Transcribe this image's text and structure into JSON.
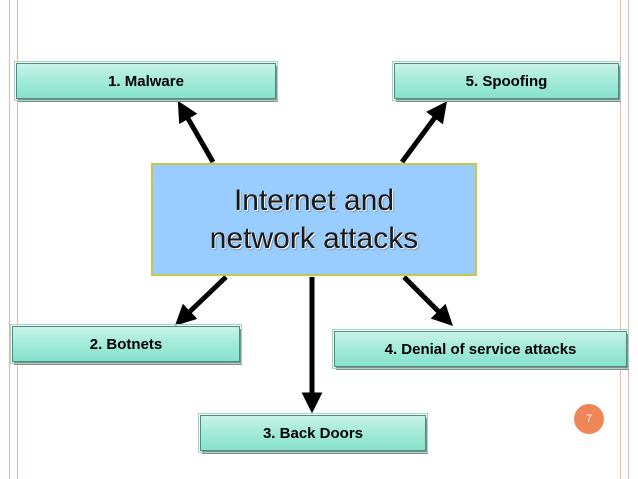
{
  "center": {
    "line1": "Internet and",
    "line2": "network attacks"
  },
  "boxes": {
    "malware": "1. Malware",
    "botnets": "2. Botnets",
    "back_doors": "3. Back Doors",
    "dos": "4. Denial of service attacks",
    "spoofing": "5. Spoofing"
  },
  "slide_number": "7",
  "colors": {
    "box_fill": "#a6ebda",
    "center_fill": "#99ccff",
    "accent": "#f08657",
    "border": "#f1b49f"
  }
}
